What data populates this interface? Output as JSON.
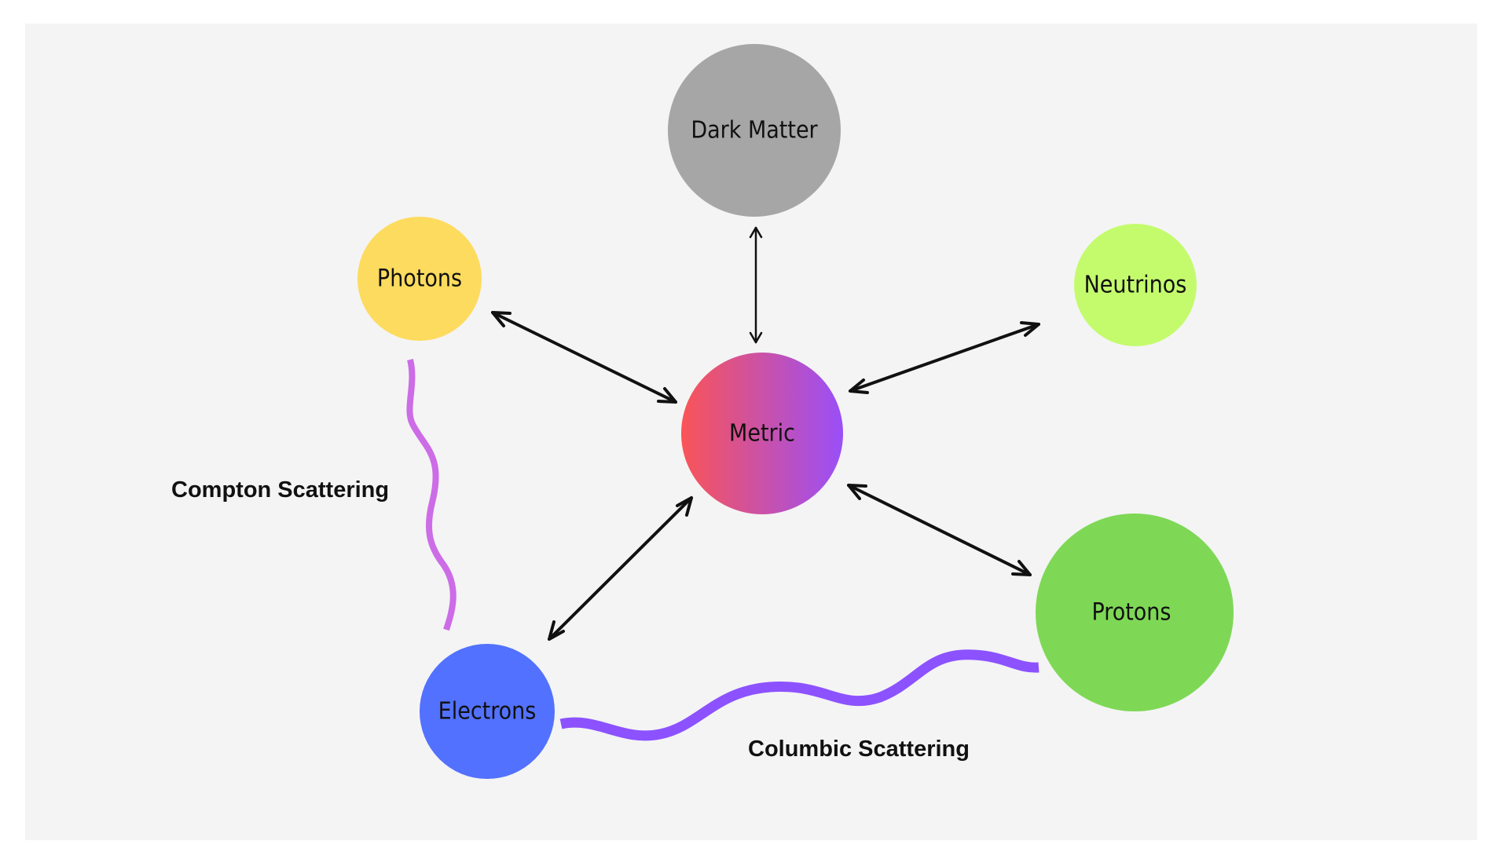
{
  "nodes": {
    "dark_matter": {
      "label": "Dark Matter",
      "color": "#a6a6a6"
    },
    "photons": {
      "label": "Photons",
      "color": "#fddb5e"
    },
    "neutrinos": {
      "label": "Neutrinos",
      "color": "#c4fb6d"
    },
    "metric": {
      "label": "Metric",
      "gradient_from": "#fa5456",
      "gradient_to": "#9a4ff8"
    },
    "electrons": {
      "label": "Electrons",
      "color": "#5271fe"
    },
    "protons": {
      "label": "Protons",
      "color": "#7ed856"
    }
  },
  "interactions": {
    "compton": {
      "label": "Compton Scattering",
      "color": "#cc6ce7"
    },
    "columbic": {
      "label": "Columbic Scattering",
      "color": "#8c52ff"
    }
  },
  "edges": [
    {
      "from": "metric",
      "to": "dark_matter",
      "type": "double-arrow"
    },
    {
      "from": "metric",
      "to": "photons",
      "type": "double-arrow"
    },
    {
      "from": "metric",
      "to": "neutrinos",
      "type": "double-arrow"
    },
    {
      "from": "metric",
      "to": "electrons",
      "type": "double-arrow"
    },
    {
      "from": "metric",
      "to": "protons",
      "type": "double-arrow"
    },
    {
      "from": "photons",
      "to": "electrons",
      "type": "wavy",
      "label": "compton"
    },
    {
      "from": "electrons",
      "to": "protons",
      "type": "wavy",
      "label": "columbic"
    }
  ]
}
